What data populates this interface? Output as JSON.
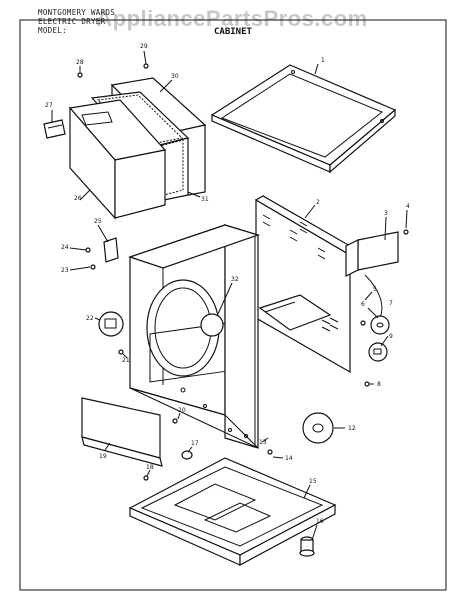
{
  "header": {
    "line1": "MONTGOMERY WARDS",
    "line2": "ELECTRIC DRYER",
    "line3": "MODEL:"
  },
  "watermark": "AppliancePartsPros.com",
  "section_title": "CABINET",
  "parts": [
    "1",
    "2",
    "3",
    "4",
    "5",
    "6",
    "7",
    "8",
    "9",
    "12",
    "13",
    "14",
    "15",
    "16",
    "17",
    "18",
    "19",
    "20",
    "21",
    "22",
    "23",
    "24",
    "25",
    "26",
    "27",
    "28",
    "29",
    "30",
    "31",
    "32"
  ]
}
